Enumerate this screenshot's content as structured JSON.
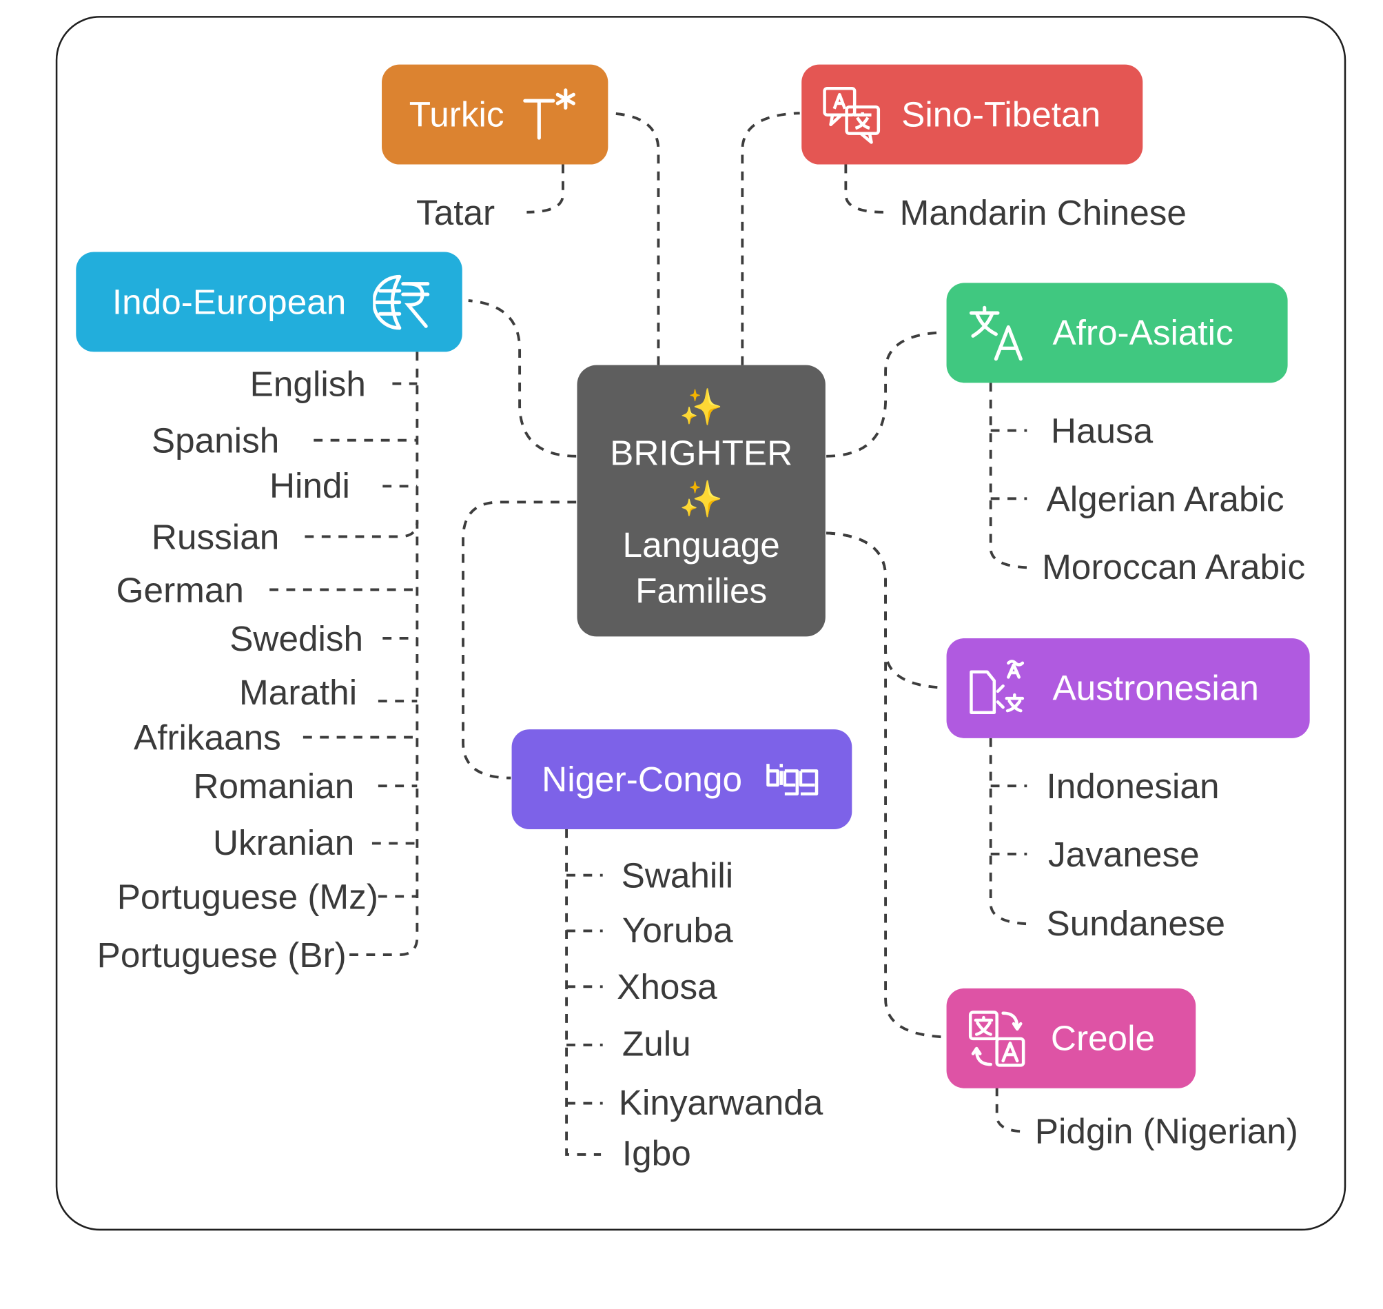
{
  "center": {
    "sparkle_top": "✨",
    "title": "BRIGHTER",
    "sparkle_mid": "✨",
    "subtitle_line1": "Language",
    "subtitle_line2": "Families"
  },
  "families": [
    {
      "name": "Turkic",
      "color": "#dc8330",
      "icon": "text-asterisk-icon",
      "languages": [
        "Tatar"
      ]
    },
    {
      "name": "Sino-Tibetan",
      "color": "#e45653",
      "icon": "translate-chat-icon",
      "languages": [
        "Mandarin Chinese"
      ]
    },
    {
      "name": "Indo-European",
      "color": "#22aedc",
      "icon": "globe-rupee-icon",
      "languages": [
        "English",
        "Spanish",
        "Hindi",
        "Russian",
        "German",
        "Swedish",
        "Marathi",
        "Afrikaans",
        "Romanian",
        "Ukranian",
        "Portuguese (Mz)",
        "Portuguese (Br)"
      ]
    },
    {
      "name": "Afro-Asiatic",
      "color": "#40c880",
      "icon": "translate-icon",
      "languages": [
        "Hausa",
        "Algerian Arabic",
        "Moroccan Arabic"
      ]
    },
    {
      "name": "Austronesian",
      "color": "#b05ae0",
      "icon": "document-translate-icon",
      "languages": [
        "Indonesian",
        "Javanese",
        "Sundanese"
      ]
    },
    {
      "name": "Niger-Congo",
      "color": "#7d62e8",
      "icon": "digg-logo-icon",
      "languages": [
        "Swahili",
        "Yoruba",
        "Xhosa",
        "Zulu",
        "Kinyarwanda",
        "Igbo"
      ]
    },
    {
      "name": "Creole",
      "color": "#de53a5",
      "icon": "language-swap-icon",
      "languages": [
        "Pidgin (Nigerian)"
      ]
    }
  ],
  "colors": {
    "frame": "#1f1f1f",
    "center": "#5e5e5e",
    "connector": "#3d3d3d",
    "leaf_text": "#3a3a3a"
  }
}
